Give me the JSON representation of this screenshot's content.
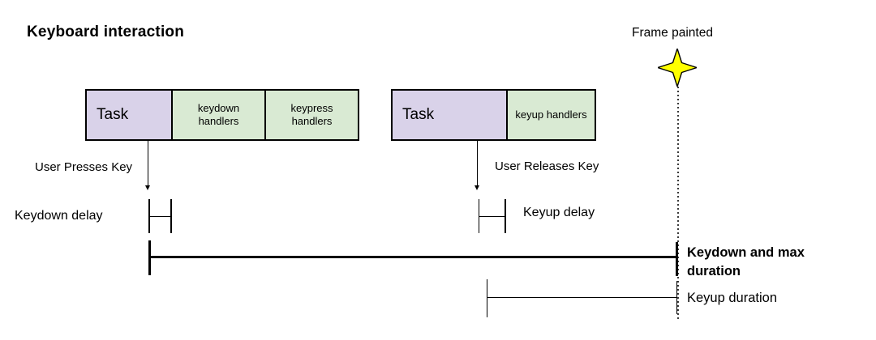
{
  "title": "Keyboard interaction",
  "frame_marker": {
    "label": "Frame painted",
    "icon": "four-point-star-icon",
    "star_color": "#ffff00"
  },
  "task_blocks": [
    {
      "id": "keydown-task-block",
      "cells": [
        {
          "label": "Task",
          "kind": "task"
        },
        {
          "label": "keydown handlers",
          "kind": "handlers"
        },
        {
          "label": "keypress handlers",
          "kind": "handlers"
        }
      ]
    },
    {
      "id": "keyup-task-block",
      "cells": [
        {
          "label": "Task",
          "kind": "task"
        },
        {
          "label": "keyup handlers",
          "kind": "handlers"
        }
      ]
    }
  ],
  "events": [
    {
      "label": "User Presses Key"
    },
    {
      "label": "User Releases Key"
    }
  ],
  "intervals": {
    "keydown_delay": {
      "label": "Keydown delay"
    },
    "keyup_delay": {
      "label": "Keyup delay"
    },
    "keydown_duration": {
      "label": "Keydown and max duration",
      "emphasis": "bold"
    },
    "keyup_duration": {
      "label": "Keyup duration"
    }
  },
  "colors": {
    "task_fill": "#d9d2e9",
    "handler_fill": "#d9ead3",
    "star_fill": "#ffff00",
    "line": "#000000",
    "background": "#ffffff"
  }
}
